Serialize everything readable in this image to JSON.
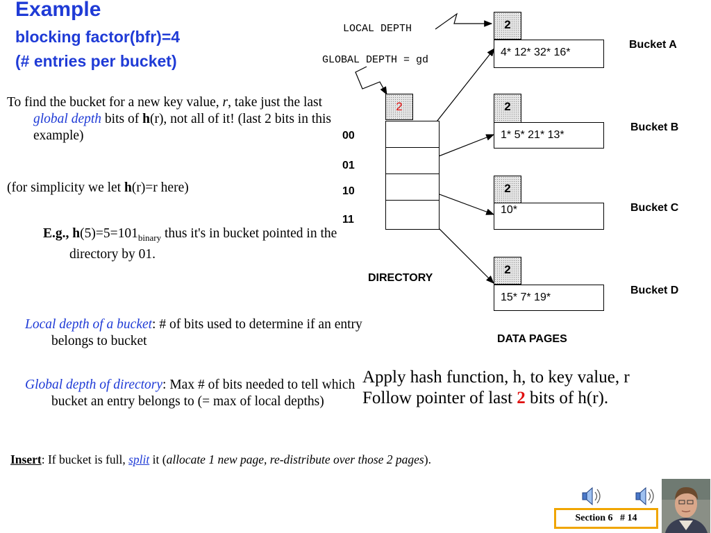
{
  "title": {
    "line1": "Example",
    "line2": "blocking factor(bfr)=4",
    "line3": "(# entries per bucket)"
  },
  "text": {
    "p1_a": "To find the bucket for a new key value, ",
    "p1_r": "r",
    "p1_b": ", take just the last ",
    "p1_gd": "global depth",
    "p1_c": " bits of ",
    "p1_h": "h",
    "p1_d": "(r), not all of it!  (last 2 bits in this example)",
    "p2_a": "(for simplicity we let ",
    "p2_h": "h",
    "p2_b": "(r)=r here)",
    "eg_a": "E.g., ",
    "eg_h": "h",
    "eg_b": "(5)=5=101",
    "eg_sub": "binary",
    "eg_c": "  thus it's in bucket pointed in the directory by 01.",
    "ld_term": "Local depth of a bucket",
    "ld_def": ": # of bits used to determine if an entry belongs to bucket",
    "gd_term": "Global depth of directory",
    "gd_def": ":  Max # of  bits needed to tell which bucket an entry belongs to (= max of local depths)",
    "insert_label": "Insert",
    "insert_a": ":  If bucket is full, ",
    "insert_split": "split",
    "insert_b": " it (",
    "insert_it": "allocate 1 new page, re-distribute over those 2 pages",
    "insert_c": ")."
  },
  "diagram": {
    "local_depth_label": "LOCAL DEPTH",
    "global_depth_label": "GLOBAL DEPTH = gd",
    "global_depth_value": "2",
    "directory_label": "DIRECTORY",
    "data_pages_label": "DATA PAGES",
    "directory_entries": [
      "00",
      "01",
      "10",
      "11"
    ],
    "buckets": [
      {
        "name": "Bucket A",
        "depth": "2",
        "entries": "4*   12*  32* 16*"
      },
      {
        "name": "Bucket B",
        "depth": "2",
        "entries": "1*    5*   21*  13*"
      },
      {
        "name": "Bucket C",
        "depth": "2",
        "entries": "10*"
      },
      {
        "name": "Bucket D",
        "depth": "2",
        "entries": "15*   7*   19*"
      }
    ]
  },
  "apply": {
    "line1": "Apply hash function, h, to key value, r",
    "line2_a": "Follow pointer of last ",
    "line2_num": "2",
    "line2_b": " bits of h(r)."
  },
  "footer": {
    "section": "Section 6",
    "page": "# 14"
  },
  "colors": {
    "title_blue": "#1f3bd6",
    "highlight_red": "#e01010",
    "footer_border": "#f0a500"
  },
  "icons": [
    "speaker-icon",
    "speaker-icon",
    "presenter-photo"
  ]
}
